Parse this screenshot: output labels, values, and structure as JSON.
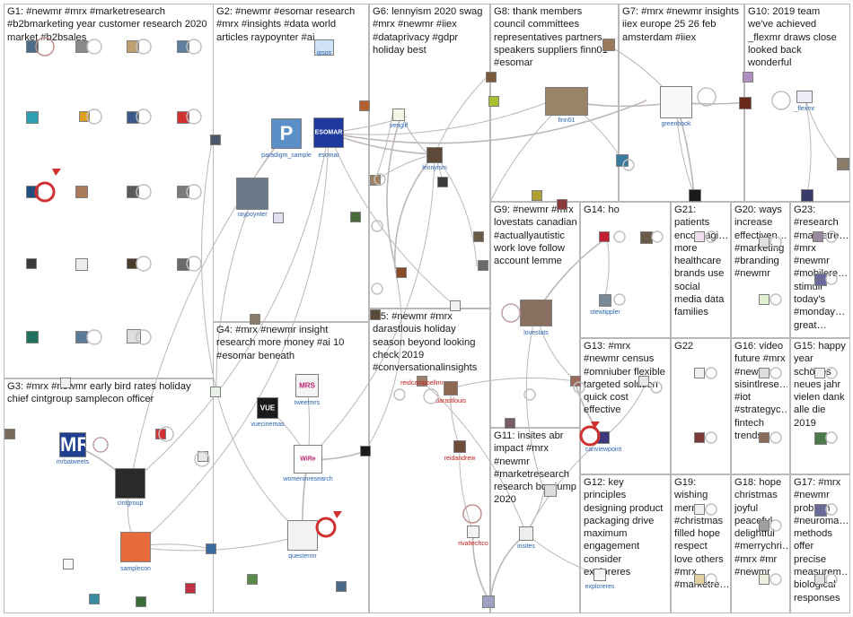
{
  "diagram": {
    "groups": [
      {
        "id": "G1",
        "label": "G1: #newmr #mrx #marketresearch #b2bmarketing year customer research 2020 market #b2bsales"
      },
      {
        "id": "G2",
        "label": "G2: #newmr #esomar research #mrx #insights #data world articles raypoynter #ai"
      },
      {
        "id": "G3",
        "label": "G3: #mrx #newmr early bird rates holiday chief cintgroup samplecon officer"
      },
      {
        "id": "G4",
        "label": "G4: #mrx #newmr insight research more money #ai 10 #esomar beneath"
      },
      {
        "id": "G5",
        "label": "G5: #newmr #mrx darastlouis holiday season beyond looking check 2019 #conversationalinsights"
      },
      {
        "id": "G6",
        "label": "G6: lennyism 2020 swag #mrx #newmr #iiex #dataprivacy #gdpr holiday best"
      },
      {
        "id": "G7",
        "label": "G7: #mrx #newmr insights iiex europe 25 26 feb amsterdam #iiex"
      },
      {
        "id": "G8",
        "label": "G8: thank members council committees representatives partners speakers suppliers finn01 #esomar"
      },
      {
        "id": "G9",
        "label": "G9: #newmr #mrx lovestats canadian #actuallyautistic work love follow account lemme"
      },
      {
        "id": "G10",
        "label": "G10: 2019 team we've achieved _flexmr draws close looked back wonderful"
      },
      {
        "id": "G11",
        "label": "G11: insites abr impact #mrx #newmr #marketresearch research box jump 2020"
      },
      {
        "id": "G12",
        "label": "G12: key principles designing product packaging drive maximum engagement consider exploreres"
      },
      {
        "id": "G13",
        "label": "G13: #mrx #newmr census #omniuber flexible targeted solution quick cost effective"
      },
      {
        "id": "G14",
        "label": "G14: ho"
      },
      {
        "id": "G15",
        "label": "G15: happy year schönes neues jahr vielen dank alle die 2019"
      },
      {
        "id": "G16",
        "label": "G16: video future #mrx #newmr sisintlrese… #iot #strategyc… fintech trends"
      },
      {
        "id": "G17",
        "label": "G17: #mrx #newmr problem #neuroma… methods offer precise measurem… biological responses"
      },
      {
        "id": "G18",
        "label": "G18: hope christmas joyful peaceful delightful #merrychri… #mrx #mr #newmr"
      },
      {
        "id": "G19",
        "label": "G19: wishing merry #christmas filled hope respect love others #mrx #marketre…"
      },
      {
        "id": "G20",
        "label": "G20: ways increase effectiven… #marketing #branding #newmr"
      },
      {
        "id": "G21",
        "label": "G21: patients encouragi… more healthcare brands use social media data families"
      },
      {
        "id": "G22",
        "label": "G22"
      },
      {
        "id": "G23",
        "label": "G23: #research #marketre… #mrx #newmr #mobilere… stimuli today's #monday… great…"
      }
    ],
    "labeled_nodes": [
      {
        "id": "paradigm_sample",
        "label": "paradigm_sample",
        "glyph": "P",
        "color": "#5b8fc7"
      },
      {
        "id": "esomar",
        "label": "esomar",
        "glyph": "ESOMAR",
        "color": "#1e3a9e"
      },
      {
        "id": "ipsos",
        "label": "ipsos",
        "glyph": "",
        "color": "#cfe3f5"
      },
      {
        "id": "raypoynter",
        "label": "raypoynter",
        "glyph": "",
        "color": "#6a7a8a"
      },
      {
        "id": "veriglif",
        "label": "veriglif",
        "glyph": "",
        "color": "#f4f4e6"
      },
      {
        "id": "lennyism",
        "label": "lennyism",
        "glyph": "",
        "color": "#5d4a3a"
      },
      {
        "id": "finn01",
        "label": "finn01",
        "glyph": "",
        "color": "#9a8466"
      },
      {
        "id": "greenbook",
        "label": "greenbook",
        "glyph": "",
        "color": "#f7f7f7"
      },
      {
        "id": "_flexmr",
        "label": "_flexmr",
        "glyph": "",
        "color": "#ececf6"
      },
      {
        "id": "stewtippler",
        "label": "stewtippler",
        "glyph": "",
        "color": "#7a8a96"
      },
      {
        "id": "lovestats",
        "label": "lovestats",
        "glyph": "",
        "color": "#8a7060"
      },
      {
        "id": "mrbatweets",
        "label": "mrbatweets",
        "glyph": "MRA",
        "color": "#1f3f8f"
      },
      {
        "id": "cintgroup",
        "label": "cintgroup",
        "glyph": "",
        "color": "#2a2a2a"
      },
      {
        "id": "samplecon",
        "label": "samplecon",
        "glyph": "",
        "color": "#e86b3c"
      },
      {
        "id": "vuecinemas",
        "label": "vuecinemas",
        "glyph": "VUE",
        "color": "#1a1a1a"
      },
      {
        "id": "tweetmrs",
        "label": "tweetmrs",
        "glyph": "MRS",
        "color": "#f4f4f4"
      },
      {
        "id": "womeninresearch",
        "label": "womeninresearch",
        "glyph": "WiRe",
        "color": "#ffffff"
      },
      {
        "id": "questermr",
        "label": "questermr",
        "glyph": "",
        "color": "#f2f2f2"
      },
      {
        "id": "reidcampbellmr",
        "label": "reidcampbellmr",
        "glyph": "",
        "color": "#9e7e68"
      },
      {
        "id": "darastlouis",
        "label": "darastlouis",
        "glyph": "",
        "color": "#8f6a52"
      },
      {
        "id": "reidandrew",
        "label": "reidandrew",
        "glyph": "",
        "color": "#6f4c3c"
      },
      {
        "id": "rivaltechco",
        "label": "rivaltechco",
        "glyph": "",
        "color": "#f2f2f2"
      },
      {
        "id": "insites",
        "label": "insites",
        "glyph": "",
        "color": "#eeeeee"
      },
      {
        "id": "canviewpoint",
        "label": "canviewpoint",
        "glyph": "",
        "color": "#3a3a7a"
      },
      {
        "id": "exploreres",
        "label": "exploreres",
        "glyph": "",
        "color": "#f4f4f4"
      }
    ]
  }
}
